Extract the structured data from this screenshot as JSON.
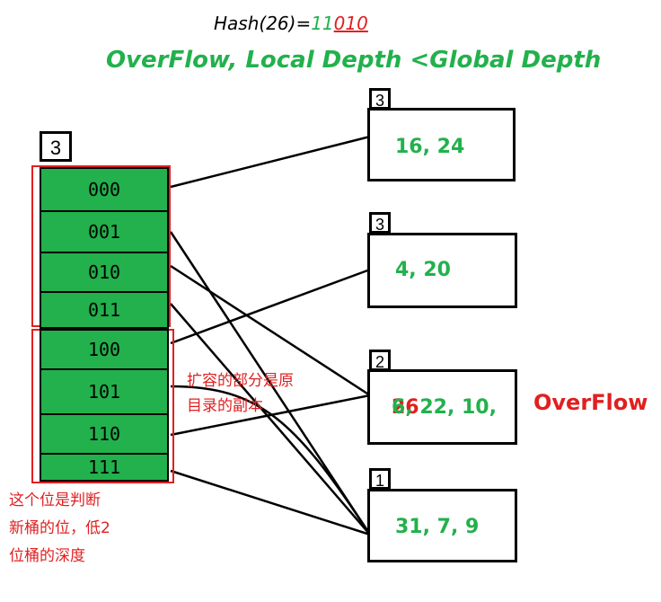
{
  "header": {
    "hash_prefix": "Hash(26)=",
    "hash_green": "11",
    "hash_red": "010",
    "headline": "OverFlow, Local Depth <Global Depth"
  },
  "directory": {
    "global_depth": "3",
    "entries": [
      "000",
      "001",
      "010",
      "011",
      "100",
      "101",
      "110",
      "111"
    ]
  },
  "buckets": [
    {
      "local_depth": "3",
      "keys": "16, 24"
    },
    {
      "local_depth": "3",
      "keys": "4, 20"
    },
    {
      "local_depth": "2",
      "keys_green": "6, 22, 10, ",
      "keys_red": "26"
    },
    {
      "local_depth": "1",
      "keys": "31, 7, 9"
    }
  ],
  "annotations": {
    "overflow_label": "OverFlow",
    "copy_note_line1": "扩容的部分是原",
    "copy_note_line2": "目录的副本",
    "bit_note_line1": "这个位是判断",
    "bit_note_line2": "新桶的位，低2",
    "bit_note_line3": "位桶的深度"
  },
  "colors": {
    "green": "#22b14c",
    "red": "#e02020",
    "black": "#000000"
  }
}
